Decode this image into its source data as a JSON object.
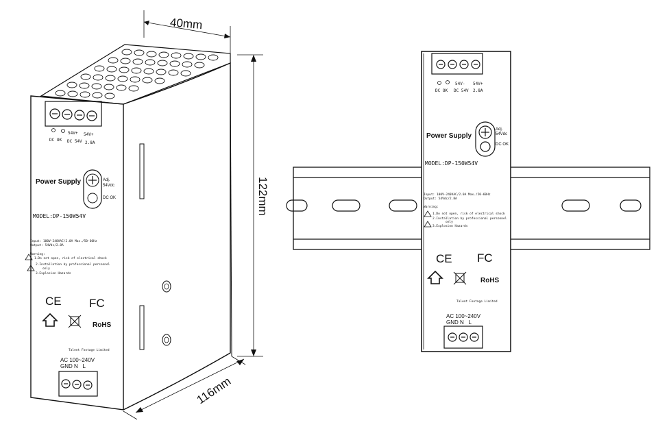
{
  "dimensions": {
    "width": "40mm",
    "height": "122mm",
    "depth": "116mm"
  },
  "left_unit": {
    "terminal_top_label_1": "54V+",
    "terminal_top_label_2": "54V+",
    "dc_ok_row": "DC OK",
    "dc_out_row": "DC 54V",
    "current_row": "2.8A",
    "adj_label_1": "Adj.",
    "adj_label_2": "54Vdc",
    "dc_ok_led_label": "DC OK",
    "power_supply": "Power Supply",
    "model": "MODEL:DP-150W54V",
    "input_line": "Input: 100V-240VAC/2.0A Max./50-60Hz",
    "output_line": "Output: 54Vdc/2.8A",
    "warning_title": "Warning:",
    "warning_1": "1.Do not open, risk of electrical shock",
    "warning_2": "2.Installation by professional personnel",
    "warning_2b": "only",
    "warning_3": "3.Explosion Hazards",
    "ce": "CE",
    "fc": "FC",
    "rohs": "RoHS",
    "maker": "Talent Footage Limited",
    "ac_label": "AC 100~240V",
    "ac_terminals": "GND N   L"
  },
  "right_unit": {
    "terminal_top_label_1": "54V-",
    "terminal_top_label_2": "54V+",
    "dc_ok_row": "DC OK",
    "dc_out_row": "DC 54V",
    "current_row": "2.8A",
    "power_supply": "Power Supply",
    "adj_label_1": "Adj.",
    "adj_label_2": "54Vdc",
    "dc_ok_led_label": "DC OK",
    "model": "MODEL:DP-150W54V",
    "input_line": "Input: 100V-240VAC/2.0A Max./50-60Hz",
    "output_line": "Output: 54Vdc/2.8A",
    "warning_title": "Warning:",
    "warning_1": "1.Do not open, risk of electrical shock",
    "warning_2": "2.Installation by professional personnel",
    "warning_2b": "only",
    "warning_3": "3.Explosion Hazards",
    "ce": "CE",
    "fc": "FC",
    "rohs": "RoHS",
    "maker": "Talent Footage Limited",
    "ac_label": "AC 100~240V",
    "ac_terminals": "GND N   L"
  },
  "colors": {
    "line": "#111111",
    "background": "#ffffff"
  }
}
